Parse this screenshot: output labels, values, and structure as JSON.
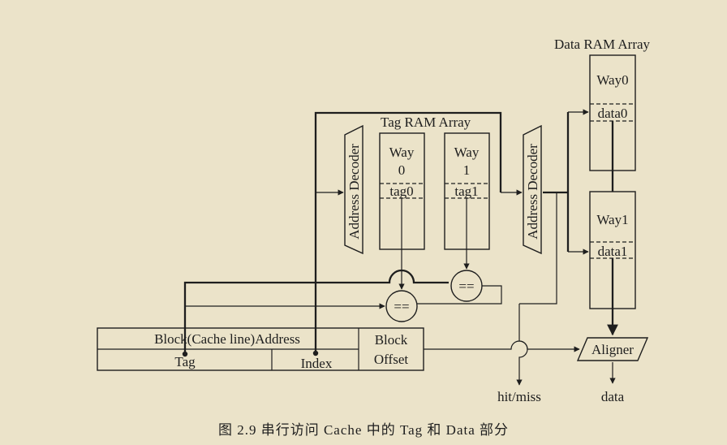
{
  "labels": {
    "data_ram_array": "Data RAM Array",
    "tag_ram_array": "Tag RAM Array",
    "address_decoder_tag": "Address Decoder",
    "address_decoder_data": "Address Decoder",
    "tag_way0_line1": "Way",
    "tag_way0_line2": "0",
    "tag_way0_field": "tag0",
    "tag_way1_line1": "Way",
    "tag_way1_line2": "1",
    "tag_way1_field": "tag1",
    "data_way0": "Way0",
    "data_way0_field": "data0",
    "data_way1": "Way1",
    "data_way1_field": "data1",
    "comparator_0": "==",
    "comparator_1": "==",
    "block_address": "Block(Cache line)Address",
    "tag": "Tag",
    "index": "Index",
    "block_offset_line1": "Block",
    "block_offset_line2": "Offset",
    "aligner": "Aligner",
    "hit_miss": "hit/miss",
    "data_out": "data"
  },
  "caption": "图 2.9   串行访问 Cache 中的 Tag 和 Data 部分"
}
